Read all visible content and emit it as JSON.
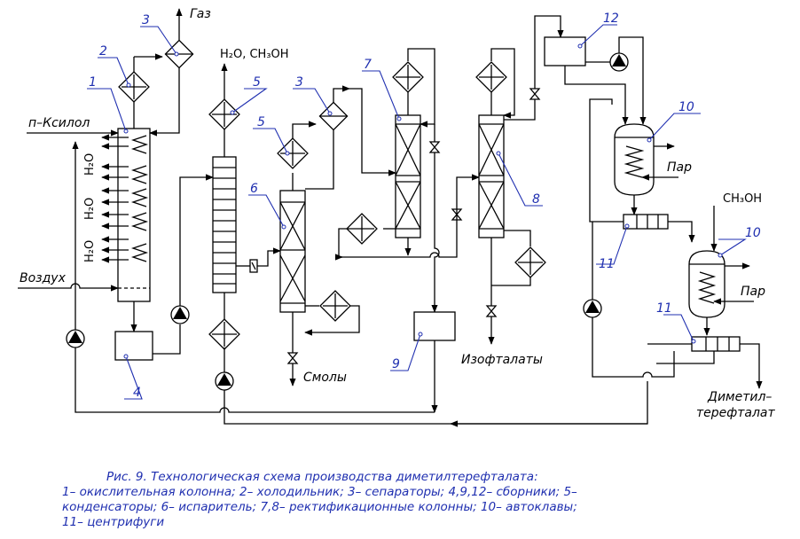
{
  "labels": {
    "gas": "Газ",
    "water_methanol": "H₂O, CH₃OH",
    "xylene": "п–Ксилол",
    "air": "Воздух",
    "tars": "Смолы",
    "isophthalates": "Изофталаты",
    "steam_1": "Пар",
    "steam_2": "Пар",
    "methanol": "CH₃OH",
    "product_line1": "Диметил–",
    "product_line2": "терефталат",
    "water_1": "H₂O",
    "water_2": "H₂O",
    "water_3": "H₂O"
  },
  "callouts": {
    "n1": "1",
    "n2": "2",
    "n3a": "3",
    "n3b": "3",
    "n4": "4",
    "n5a": "5",
    "n5b": "5",
    "n6": "6",
    "n7": "7",
    "n8": "8",
    "n9": "9",
    "n10a": "10",
    "n10b": "10",
    "n11a": "11",
    "n11b": "11",
    "n12": "12"
  },
  "caption": {
    "line1": "Рис.  9.   Технологическая схема производства диметилтерефталата:",
    "line2": "1–  окислительная колонна;  2–  холодильник;  3–  сепараторы;  4,9,12–  сборники;  5–",
    "line3": "конденсаторы;  6–  испаритель;  7,8–  ректификационные колонны;  10–  автоклавы;",
    "line4": "11–  центрифуги"
  }
}
